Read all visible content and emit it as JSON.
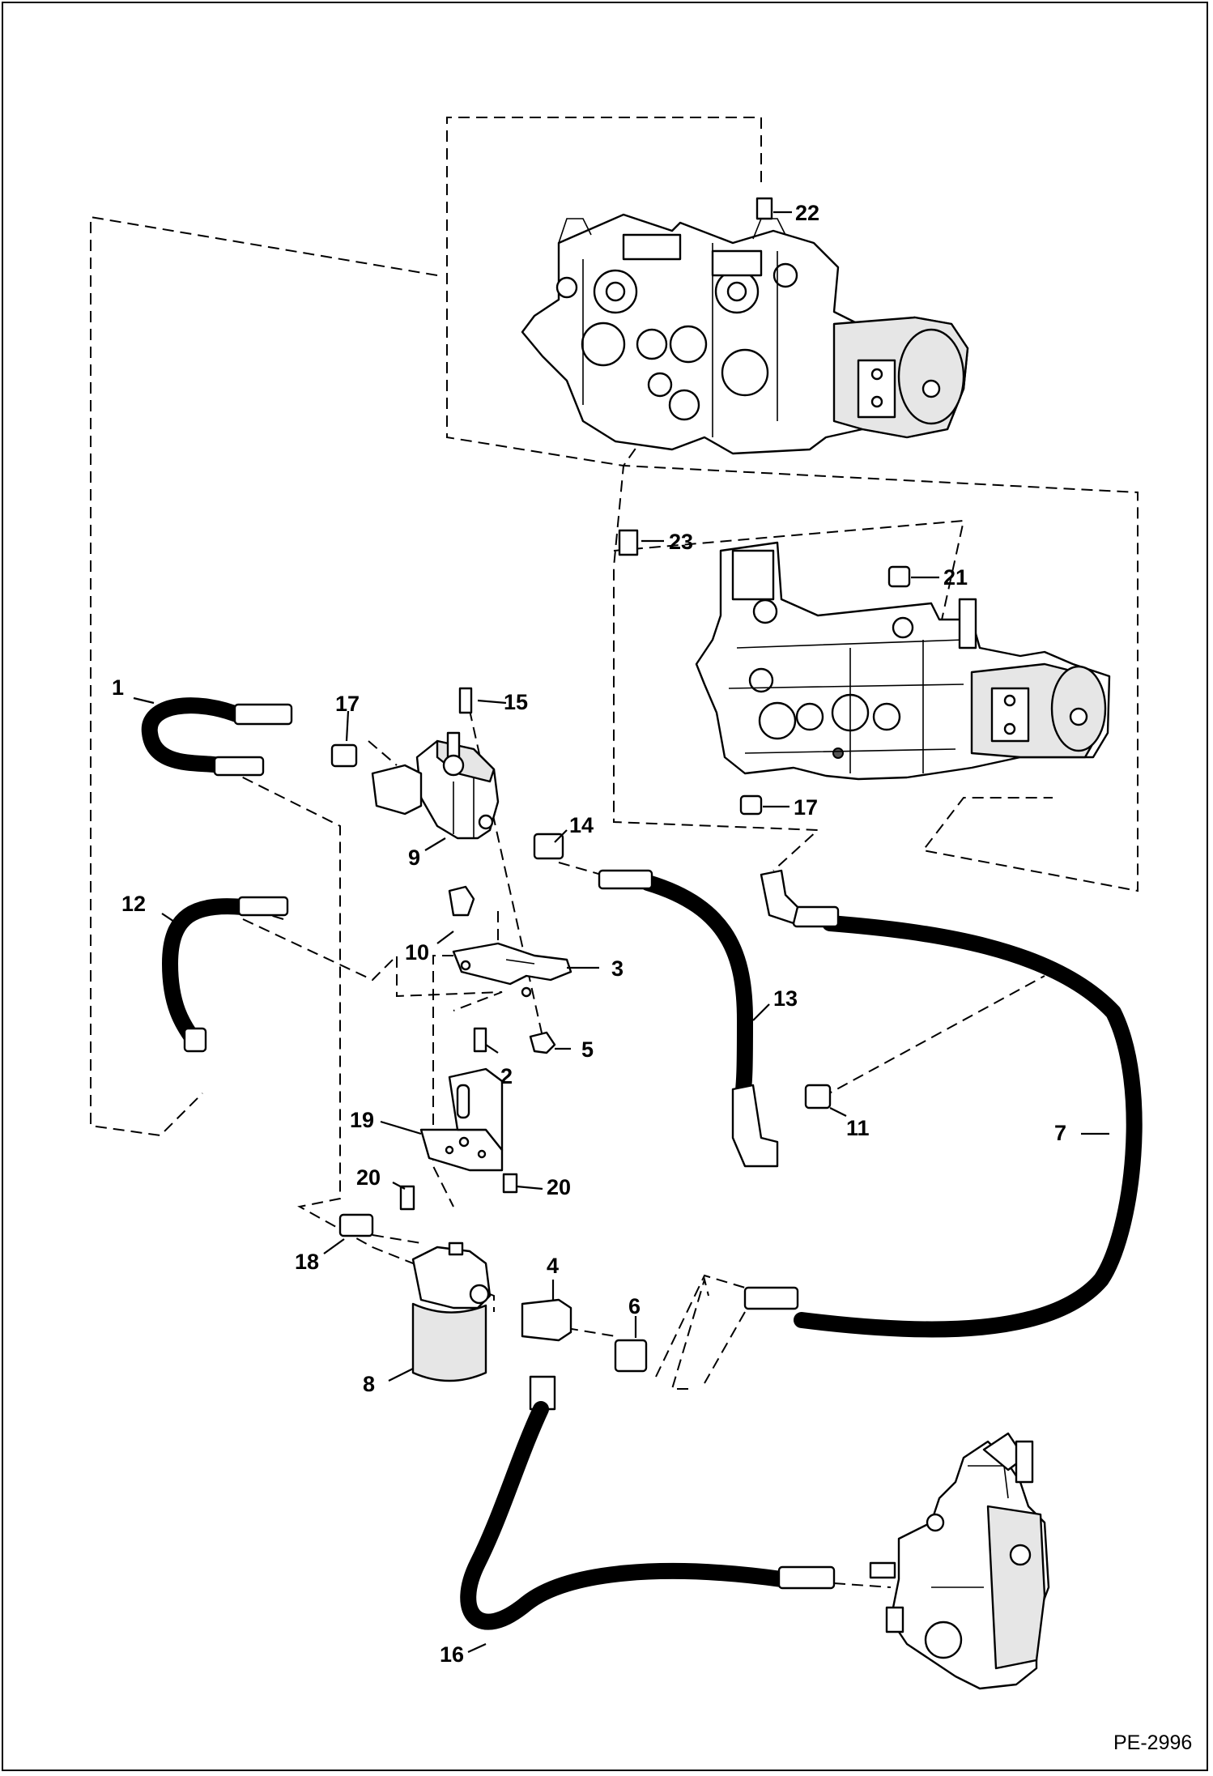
{
  "diagram": {
    "code": "PE-2996",
    "callouts": [
      {
        "id": "1",
        "text": "1"
      },
      {
        "id": "2",
        "text": "2"
      },
      {
        "id": "3",
        "text": "3"
      },
      {
        "id": "4",
        "text": "4"
      },
      {
        "id": "5",
        "text": "5"
      },
      {
        "id": "6",
        "text": "6"
      },
      {
        "id": "7",
        "text": "7"
      },
      {
        "id": "8",
        "text": "8"
      },
      {
        "id": "9",
        "text": "9"
      },
      {
        "id": "10",
        "text": "10"
      },
      {
        "id": "11",
        "text": "11"
      },
      {
        "id": "12",
        "text": "12"
      },
      {
        "id": "13",
        "text": "13"
      },
      {
        "id": "14",
        "text": "14"
      },
      {
        "id": "15",
        "text": "15"
      },
      {
        "id": "16",
        "text": "16"
      },
      {
        "id": "17a",
        "text": "17"
      },
      {
        "id": "17b",
        "text": "17"
      },
      {
        "id": "18",
        "text": "18"
      },
      {
        "id": "19",
        "text": "19"
      },
      {
        "id": "20a",
        "text": "20"
      },
      {
        "id": "20b",
        "text": "20"
      },
      {
        "id": "21",
        "text": "21"
      },
      {
        "id": "22",
        "text": "22"
      },
      {
        "id": "23",
        "text": "23"
      }
    ],
    "components": {
      "hydrostatic_pump_top": "hydrostatic-pump-upper-icon",
      "hydrostatic_pump_middle": "hydrostatic-pump-lower-icon",
      "gear_pump": "gear-pump-icon",
      "filter": "oil-filter-icon",
      "control_valve": "control-valve-icon"
    }
  }
}
